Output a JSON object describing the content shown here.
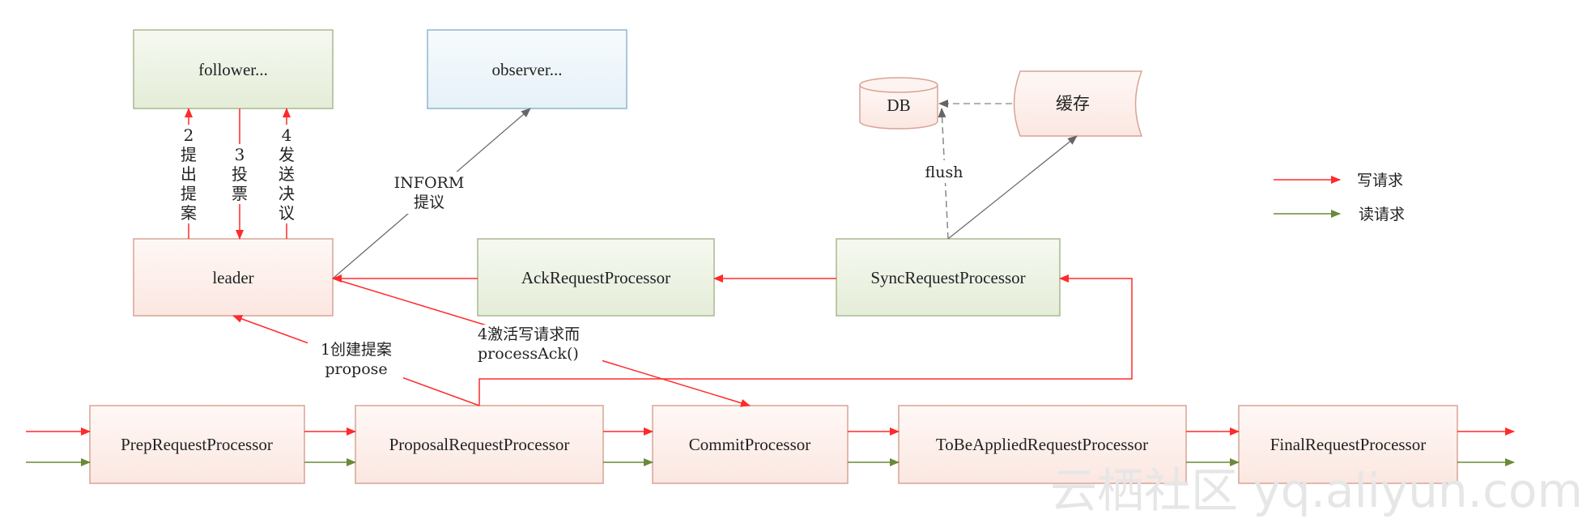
{
  "nodes": {
    "follower": "follower...",
    "observer": "observer...",
    "leader": "leader",
    "ack": "AckRequestProcessor",
    "sync": "SyncRequestProcessor",
    "db": "DB",
    "cache": "缓存",
    "prep": "PrepRequestProcessor",
    "proposal": "ProposalRequestProcessor",
    "commit": "CommitProcessor",
    "tobe": "ToBeAppliedRequestProcessor",
    "final": "FinalRequestProcessor"
  },
  "labels": {
    "step2": [
      "2",
      "提",
      "出",
      "提",
      "案"
    ],
    "step3": [
      "3",
      "投",
      "票"
    ],
    "step4": [
      "4",
      "发",
      "送",
      "决",
      "议"
    ],
    "inform_1": "INFORM",
    "inform_2": "提议",
    "flush": "flush",
    "create_1": "1创建提案",
    "create_2": "propose",
    "activate_1": "4激活写请求而",
    "activate_2": "processAck()"
  },
  "legend": {
    "write": "写请求",
    "read": "读请求"
  },
  "watermark": "云栖社区 yq.aliyun.com",
  "colors": {
    "write": "#ff2a2a",
    "read": "#6a8a3a",
    "green_box": "#eef3e6",
    "blue_box": "#eef5fa",
    "pink_box": "#fdf1ee"
  }
}
